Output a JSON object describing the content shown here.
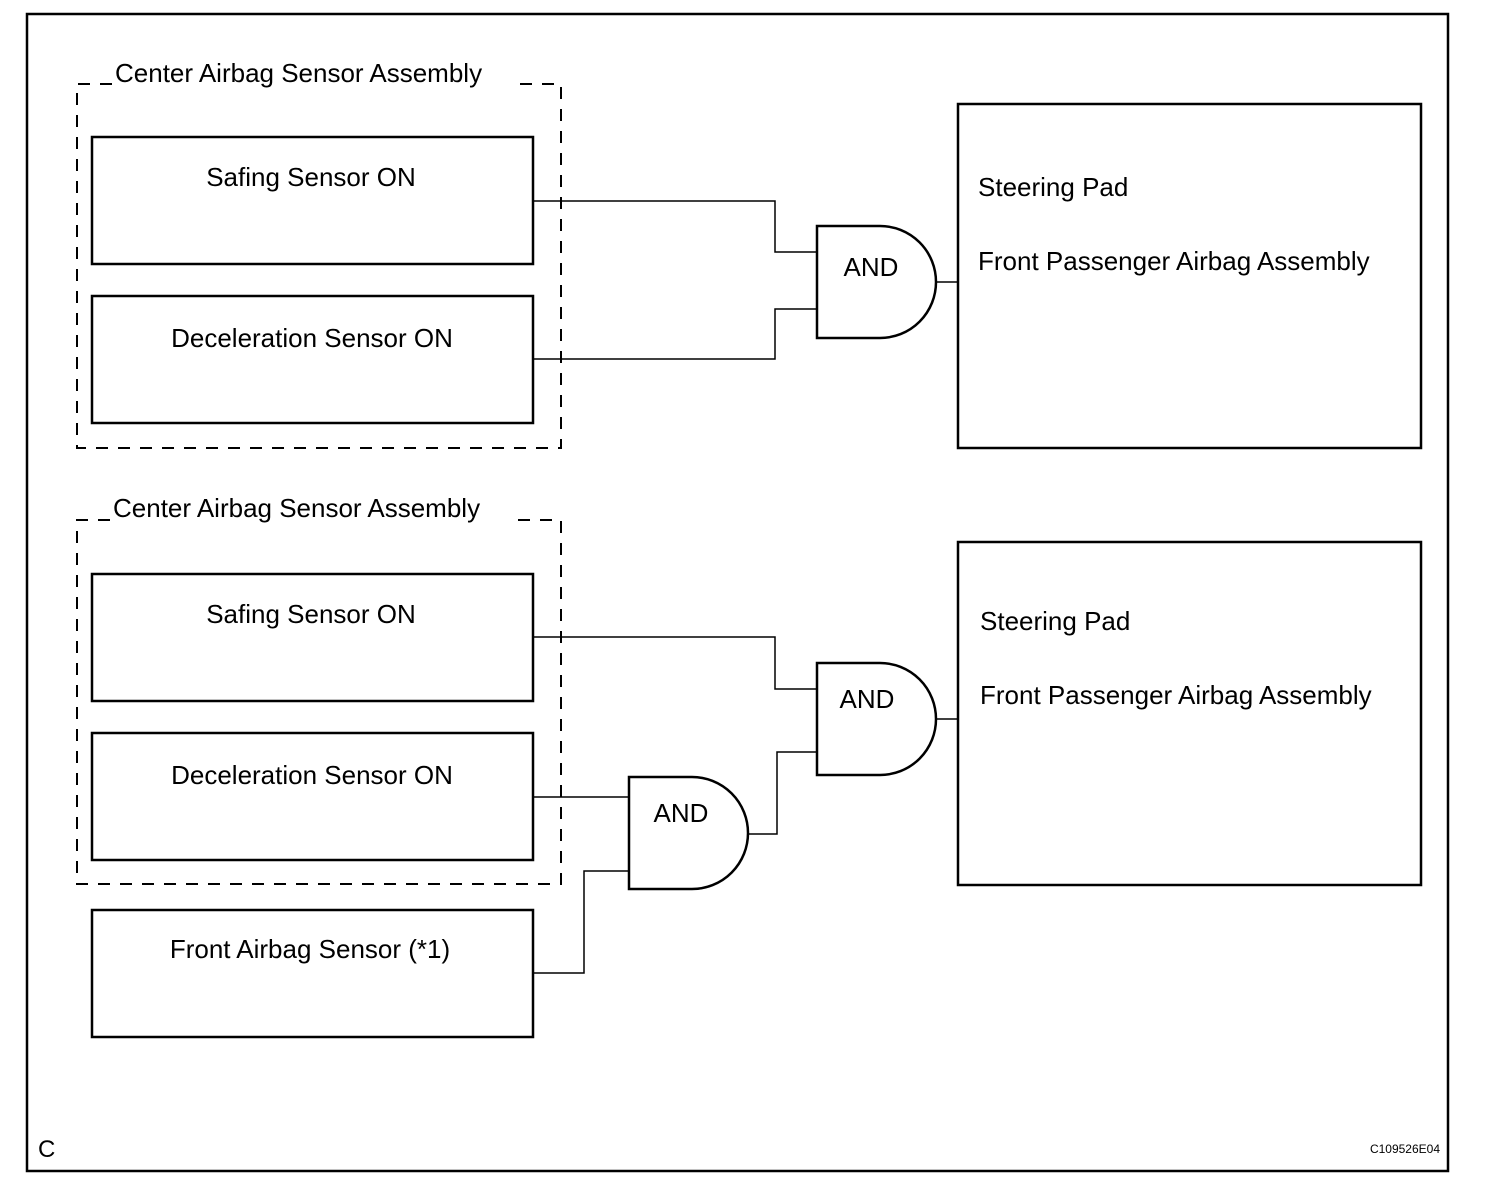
{
  "diagram_a": {
    "assembly_label": "Center Airbag Sensor Assembly",
    "safing": "Safing Sensor ON",
    "decel": "Deceleration Sensor ON",
    "gate": "AND",
    "target_line1": "Steering Pad",
    "target_line2": "Front Passenger Airbag Assembly"
  },
  "diagram_b": {
    "assembly_label": "Center Airbag Sensor Assembly",
    "safing": "Safing Sensor ON",
    "decel": "Deceleration Sensor ON",
    "front_sensor": "Front Airbag Sensor (*1)",
    "gate_main": "AND",
    "gate_sub": "AND",
    "target_line1": "Steering Pad",
    "target_line2": "Front Passenger Airbag Assembly"
  },
  "corner_letter": "C",
  "figure_code": "C109526E04"
}
